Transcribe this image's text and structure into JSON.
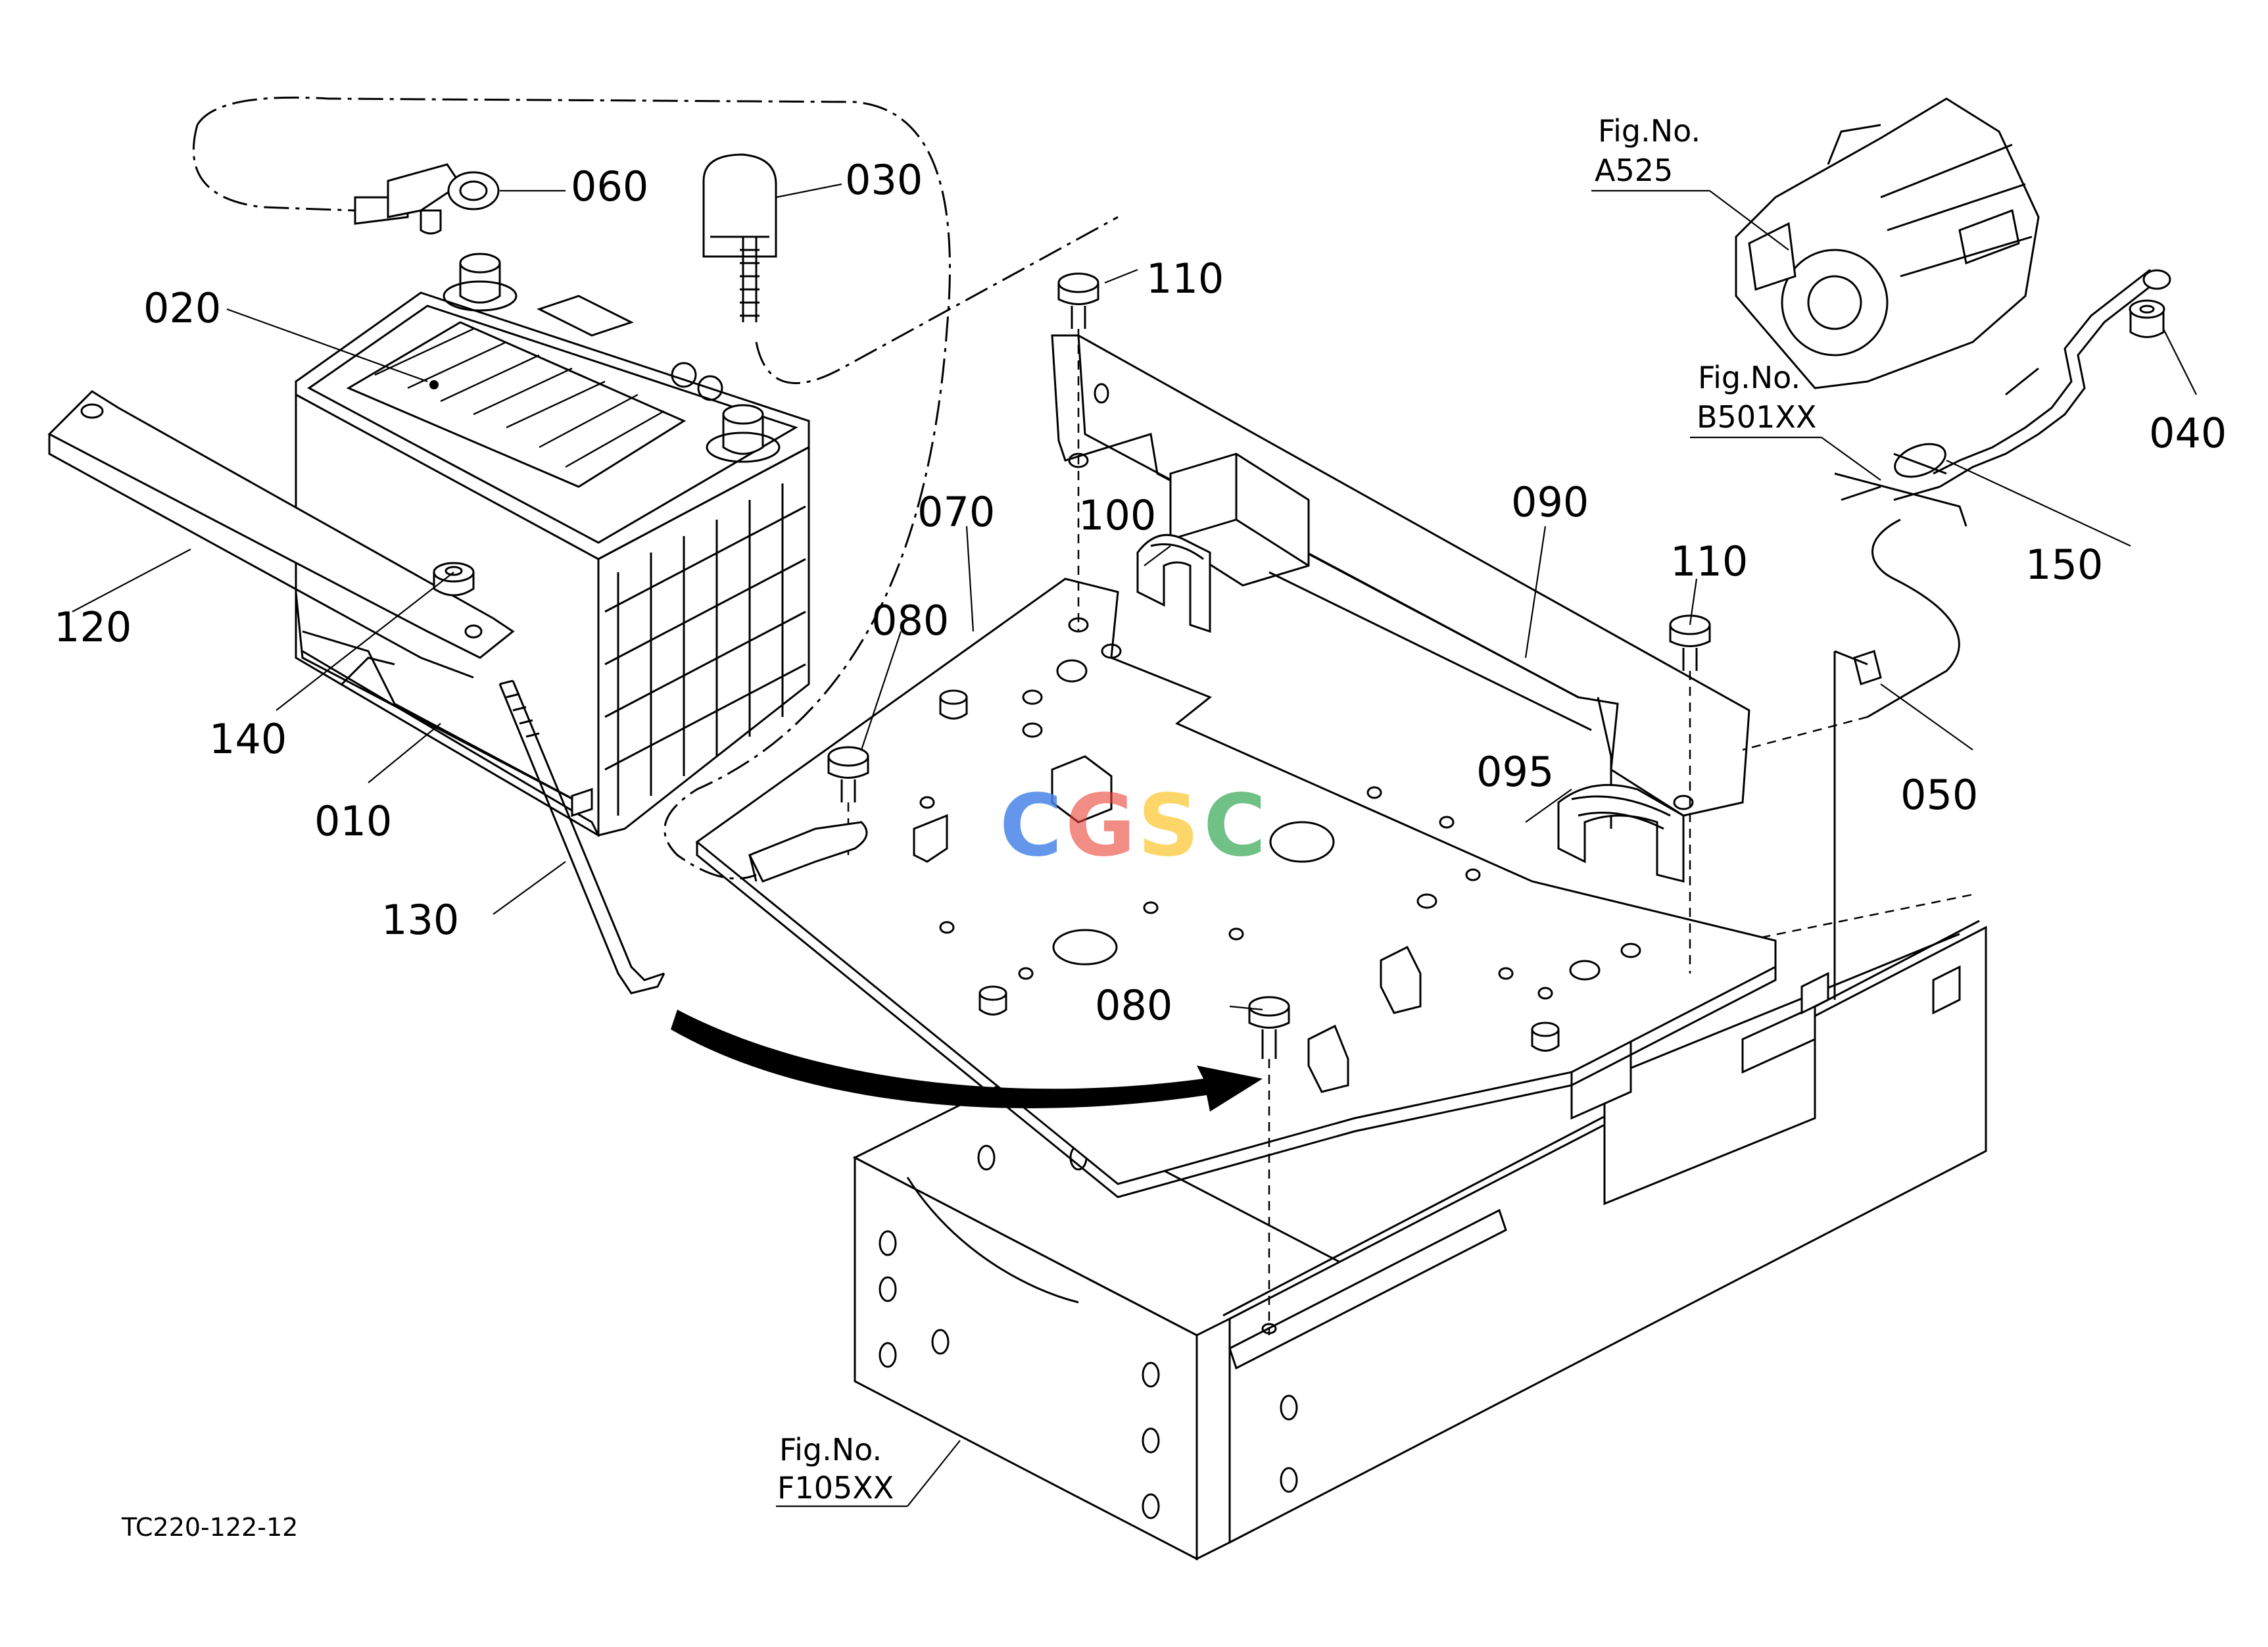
{
  "callouts": {
    "c010": "010",
    "c020": "020",
    "c030": "030",
    "c040": "040",
    "c050": "050",
    "c060": "060",
    "c070": "070",
    "c080a": "080",
    "c080b": "080",
    "c090": "090",
    "c095": "095",
    "c100": "100",
    "c110a": "110",
    "c110b": "110",
    "c120": "120",
    "c130": "130",
    "c140": "140",
    "c150": "150"
  },
  "figure_refs": {
    "a525": {
      "line1": "Fig.No.",
      "line2": "A525"
    },
    "b501": {
      "line1": "Fig.No.",
      "line2": "B501XX"
    },
    "f105": {
      "line1": "Fig.No.",
      "line2": "F105XX"
    }
  },
  "drawing_code": "TC220-122-12",
  "watermark": {
    "letters": [
      "C",
      "G",
      "S",
      "C"
    ],
    "colors": [
      "#4a86e8",
      "#ea4335",
      "#fbbc05",
      "#34a853"
    ]
  }
}
